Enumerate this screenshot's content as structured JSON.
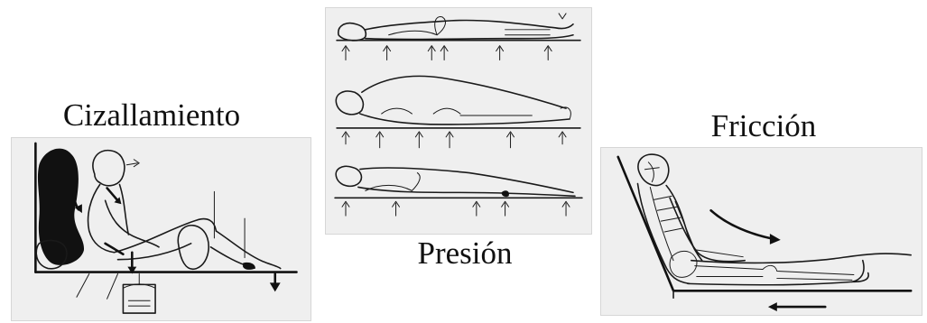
{
  "illustrations": [
    {
      "key": "shear",
      "caption": "Cizallamiento"
    },
    {
      "key": "pressure",
      "caption": "Presión"
    },
    {
      "key": "friction",
      "caption": "Fricción"
    }
  ]
}
